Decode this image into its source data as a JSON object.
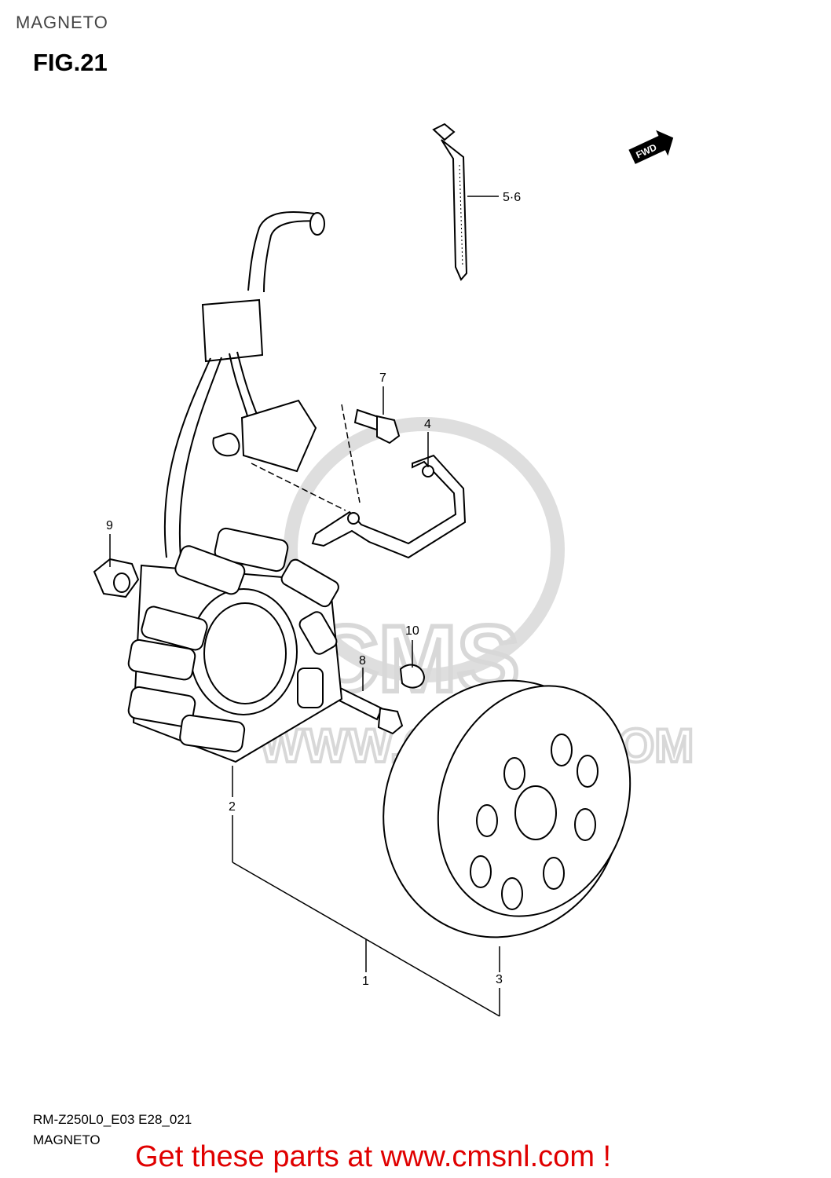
{
  "header": {
    "section_title": "MAGNETO",
    "figure": "FIG.21"
  },
  "watermark": {
    "logo_text": "CMS",
    "url": "WWW.CMSNL.COM"
  },
  "fwd_arrow": {
    "label": "FWD"
  },
  "callouts": {
    "p1": "1",
    "p2": "2",
    "p3": "3",
    "p4": "4",
    "p56": "5·6",
    "p7": "7",
    "p8": "8",
    "p9": "9",
    "p10": "10"
  },
  "footer": {
    "model_code": "RM-Z250L0_E03 E28_021",
    "section_name": "MAGNETO",
    "promo": "Get these parts at www.cmsnl.com !"
  },
  "colors": {
    "promo": "#e00000",
    "watermark": "#d8d8d8",
    "line": "#000000"
  }
}
